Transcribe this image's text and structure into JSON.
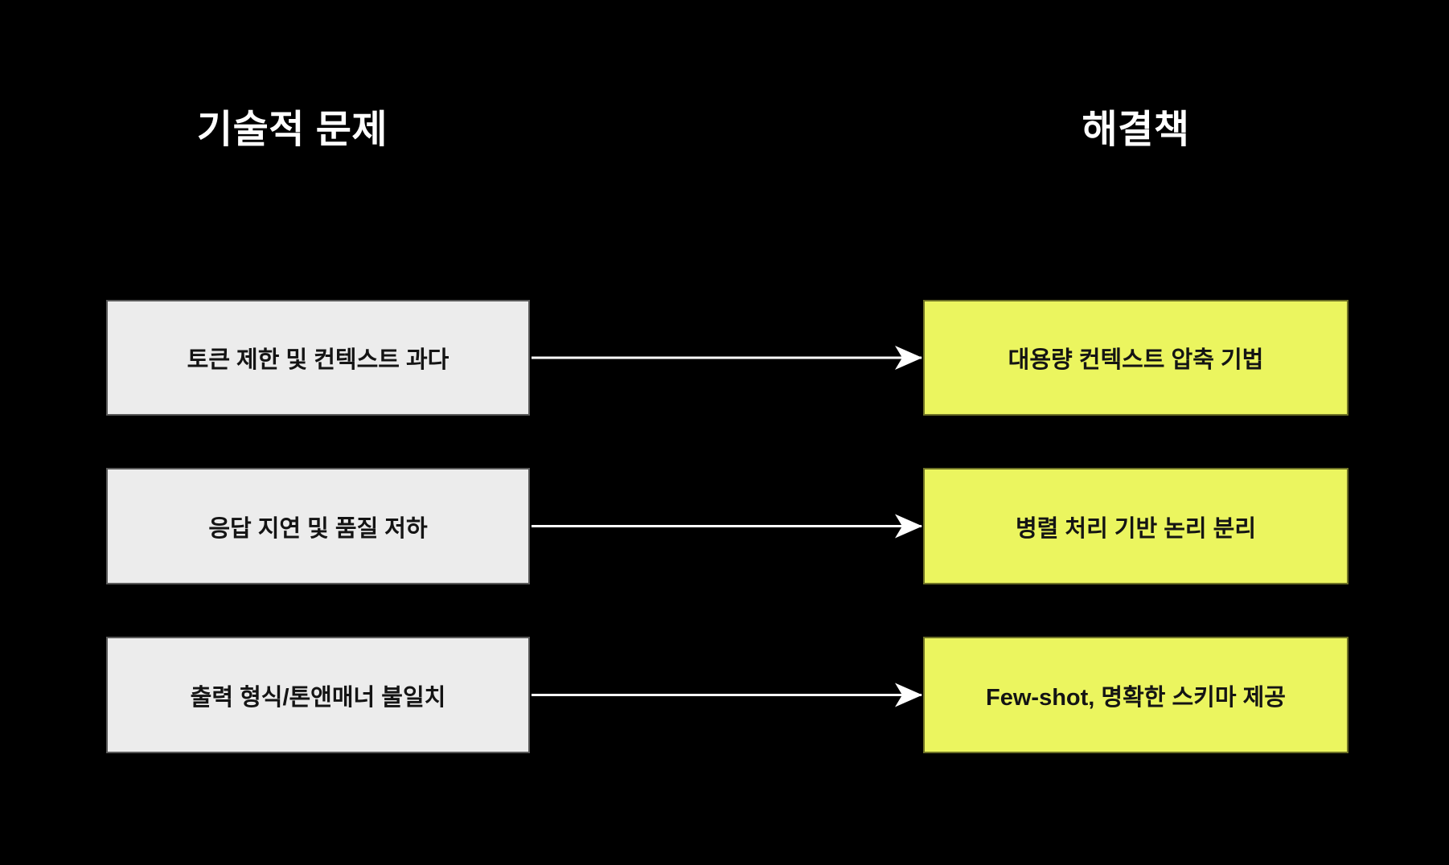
{
  "diagram": {
    "headers": {
      "problems": "기술적 문제",
      "solutions": "해결책"
    },
    "rows": [
      {
        "problem": "토큰 제한 및 컨텍스트 과다",
        "solution": "대용량 컨텍스트 압축 기법"
      },
      {
        "problem": "응답 지연 및 품질 저하",
        "solution": "병렬 처리 기반 논리 분리"
      },
      {
        "problem": "출력 형식/톤앤매너 불일치",
        "solution": "Few-shot, 명확한 스키마 제공"
      }
    ],
    "colors": {
      "background": "#000000",
      "problem_box_fill": "#ececec",
      "problem_box_border": "#5a5a5a",
      "solution_box_fill": "#ebf55f",
      "solution_box_border": "#6e7226",
      "arrow": "#ffffff",
      "header_text": "#ffffff",
      "box_text": "#141414"
    }
  }
}
